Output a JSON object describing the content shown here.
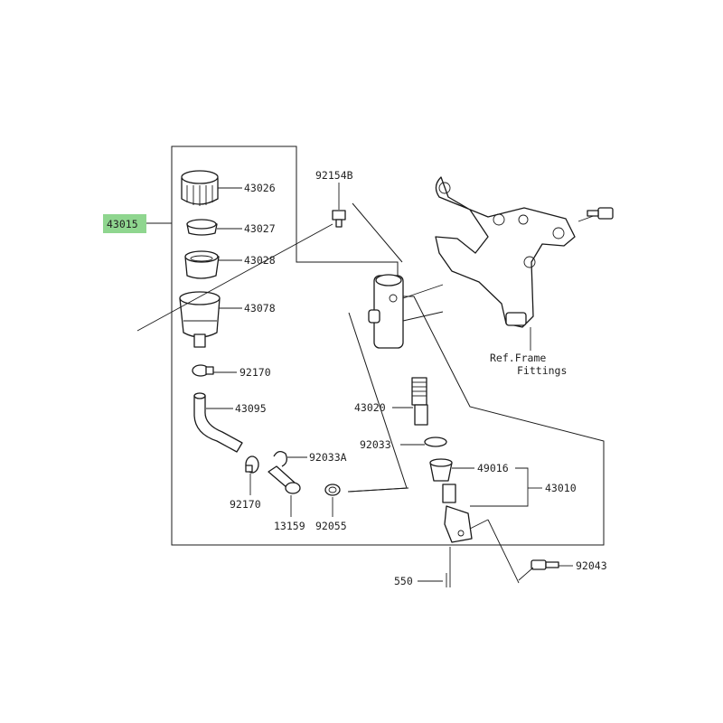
{
  "labels": {
    "p43015": "43015",
    "p43026": "43026",
    "p43027": "43027",
    "p43028": "43028",
    "p43078": "43078",
    "p92170a": "92170",
    "p43095": "43095",
    "p92170b": "92170",
    "p92033a": "92033A",
    "p13159": "13159",
    "p92055": "92055",
    "p92154b": "92154B",
    "p43020": "43020",
    "p92033": "92033",
    "p49016": "49016",
    "p43010": "43010",
    "p92043": "92043",
    "p550": "550",
    "ref_line1": "Ref.Frame",
    "ref_line2": "Fittings"
  },
  "highlight_color": "#8fd68f"
}
